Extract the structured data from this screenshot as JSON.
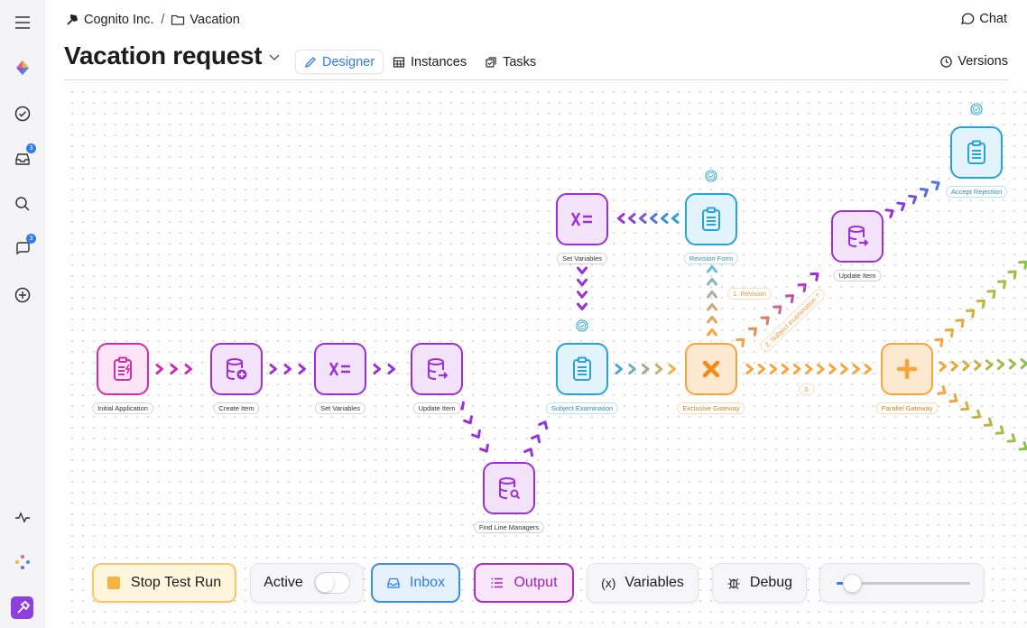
{
  "breadcrumb": {
    "org": "Cognito Inc.",
    "separator": "/",
    "folder": "Vacation"
  },
  "header": {
    "chat_label": "Chat",
    "title": "Vacation request",
    "versions_label": "Versions"
  },
  "tabs": [
    {
      "label": "Designer",
      "icon": "pencil-icon",
      "active": true
    },
    {
      "label": "Instances",
      "icon": "table-icon",
      "active": false
    },
    {
      "label": "Tasks",
      "icon": "tasks-icon",
      "active": false
    }
  ],
  "sidebar": {
    "inbox_badge": "3",
    "chat_badge": "3"
  },
  "nodes": {
    "initial_application": "Initial Application",
    "create_item": "Create Item",
    "set_variables_1": "Set Variables",
    "update_item_1": "Update Item",
    "find_line_managers": "Find Line Managers",
    "subject_examination": "Subject Examination",
    "set_variables_2": "Set Variables",
    "revision_form": "Revision Form",
    "exclusive_gateway": "Exclusive Gateway",
    "update_item_2": "Update Item",
    "accept_rejection": "Accept Rejection",
    "parallel_gateway": "Parallel Gateway"
  },
  "edge_labels": {
    "revision": "1. Revision",
    "subject_examination": "2. Subject examination ?",
    "third": "3."
  },
  "toolbar": {
    "stop_label": "Stop Test Run",
    "active_label": "Active",
    "active_on": false,
    "inbox_label": "Inbox",
    "output_label": "Output",
    "variables_label": "Variables",
    "variables_icon": "(x)",
    "debug_label": "Debug",
    "zoom_level": 0.05
  },
  "colors": {
    "accent": "#2f7be8",
    "pink": "#d42ca6",
    "purple": "#9c2fd6",
    "blue": "#27a3d9",
    "orange": "#f5a53a",
    "green": "#8bc34a"
  }
}
